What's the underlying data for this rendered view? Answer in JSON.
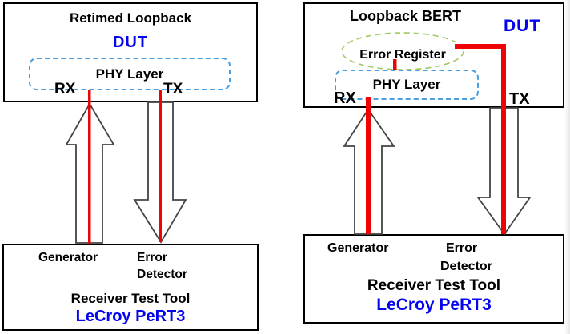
{
  "colors": {
    "accent_blue": "#0404ee",
    "signal_red": "#ee0404",
    "phy_dash_blue": "#4a9fe0",
    "register_dash_green": "#a4cc6e",
    "arrow_outline": "#444444",
    "box_border": "#000000"
  },
  "left": {
    "dut": {
      "title": "Retimed Loopback",
      "name": "DUT",
      "phy": "PHY Layer",
      "rx": "RX",
      "tx": "TX"
    },
    "tester": {
      "generator": "Generator",
      "error_line1": "Error",
      "error_line2": "Detector",
      "title": "Receiver Test Tool",
      "brand": "LeCroy PeRT3"
    }
  },
  "right": {
    "dut": {
      "title": "Loopback BERT",
      "name": "DUT",
      "error_register": "Error Register",
      "phy": "PHY Layer",
      "rx": "RX",
      "tx": "TX"
    },
    "tester": {
      "generator": "Generator",
      "error_line1": "Error",
      "error_line2": "Detector",
      "title": "Receiver Test Tool",
      "brand": "LeCroy PeRT3"
    }
  }
}
